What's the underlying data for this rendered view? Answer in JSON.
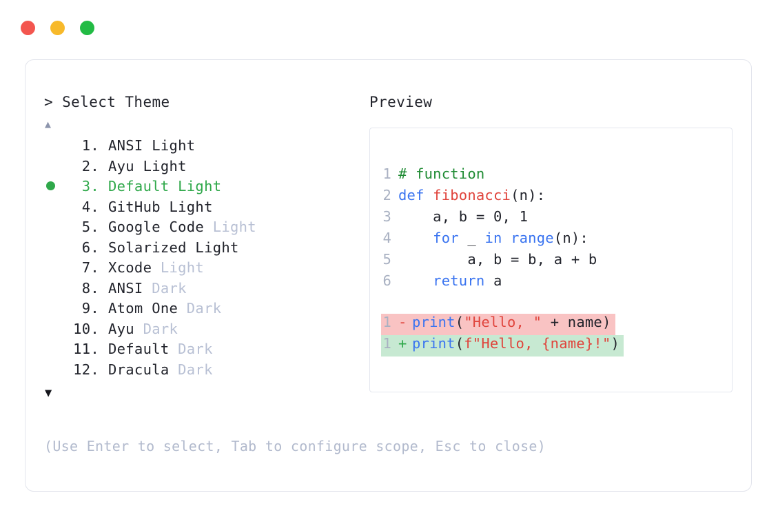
{
  "window": {
    "traffic_lights": [
      {
        "name": "close",
        "color": "#f3564f"
      },
      {
        "name": "minimize",
        "color": "#f7b92a"
      },
      {
        "name": "maximize",
        "color": "#22bb44"
      }
    ]
  },
  "left_panel": {
    "prompt": "> Select Theme",
    "scroll_up_icon": "▲",
    "scroll_down_icon": "▼",
    "selected_index": 3,
    "selected_marker": "●",
    "items": [
      {
        "num": "1.",
        "name": "ANSI",
        "suffix": " Light",
        "suffix_dim": false,
        "selected": false
      },
      {
        "num": "2.",
        "name": "Ayu",
        "suffix": " Light",
        "suffix_dim": false,
        "selected": false
      },
      {
        "num": "3.",
        "name": "Default",
        "suffix": " Light",
        "suffix_dim": false,
        "selected": true
      },
      {
        "num": "4.",
        "name": "GitHub",
        "suffix": " Light",
        "suffix_dim": false,
        "selected": false
      },
      {
        "num": "5.",
        "name": "Google Code",
        "suffix": " Light",
        "suffix_dim": true,
        "selected": false
      },
      {
        "num": "6.",
        "name": "Solarized",
        "suffix": " Light",
        "suffix_dim": false,
        "selected": false
      },
      {
        "num": "7.",
        "name": "Xcode",
        "suffix": " Light",
        "suffix_dim": true,
        "selected": false
      },
      {
        "num": "8.",
        "name": "ANSI",
        "suffix": " Dark",
        "suffix_dim": true,
        "selected": false
      },
      {
        "num": "9.",
        "name": "Atom One",
        "suffix": " Dark",
        "suffix_dim": true,
        "selected": false
      },
      {
        "num": "10.",
        "name": "Ayu",
        "suffix": " Dark",
        "suffix_dim": true,
        "selected": false
      },
      {
        "num": "11.",
        "name": "Default",
        "suffix": " Dark",
        "suffix_dim": true,
        "selected": false
      },
      {
        "num": "12.",
        "name": "Dracula",
        "suffix": " Dark",
        "suffix_dim": true,
        "selected": false
      }
    ]
  },
  "right_panel": {
    "label": "Preview",
    "code_lines": [
      {
        "ln": "1",
        "tokens": [
          {
            "t": "# function",
            "c": "comment"
          }
        ]
      },
      {
        "ln": "2",
        "tokens": [
          {
            "t": "def ",
            "c": "kw"
          },
          {
            "t": "fibonacci",
            "c": "fn"
          },
          {
            "t": "(n):",
            "c": "plain"
          }
        ]
      },
      {
        "ln": "3",
        "tokens": [
          {
            "t": "    a, b = 0, 1",
            "c": "plain"
          }
        ]
      },
      {
        "ln": "4",
        "tokens": [
          {
            "t": "    ",
            "c": "plain"
          },
          {
            "t": "for",
            "c": "kw"
          },
          {
            "t": " _ ",
            "c": "plain"
          },
          {
            "t": "in range",
            "c": "kw"
          },
          {
            "t": "(n):",
            "c": "plain"
          }
        ]
      },
      {
        "ln": "5",
        "tokens": [
          {
            "t": "        a, b = b, a + b",
            "c": "plain"
          }
        ]
      },
      {
        "ln": "6",
        "tokens": [
          {
            "t": "    ",
            "c": "plain"
          },
          {
            "t": "return",
            "c": "kw"
          },
          {
            "t": " a",
            "c": "plain"
          }
        ]
      }
    ],
    "diff_lines": [
      {
        "ln": "1",
        "sign": "-",
        "kind": "minus",
        "tokens": [
          {
            "t": "print",
            "c": "kw"
          },
          {
            "t": "(",
            "c": "plain"
          },
          {
            "t": "\"Hello, \"",
            "c": "str"
          },
          {
            "t": " + name)",
            "c": "plain"
          }
        ]
      },
      {
        "ln": "1",
        "sign": "+",
        "kind": "plus",
        "tokens": [
          {
            "t": "print",
            "c": "kw"
          },
          {
            "t": "(",
            "c": "plain"
          },
          {
            "t": "f\"Hello, {name}!\"",
            "c": "str"
          },
          {
            "t": ")",
            "c": "plain"
          }
        ]
      }
    ]
  },
  "hint": "(Use Enter to select, Tab to configure scope, Esc to close)",
  "colors": {
    "accent_green": "#2fa84a",
    "dim_text": "#b8c0d4",
    "text": "#21232b",
    "comment": "#1f8b33",
    "keyword": "#3a74f0",
    "function": "#e0443c",
    "string": "#e0443c",
    "diff_minus_bg": "#f9c3c3",
    "diff_plus_bg": "#c7e9d2",
    "card_border": "#e2e4ec",
    "panel_border": "#e3e6ee"
  }
}
